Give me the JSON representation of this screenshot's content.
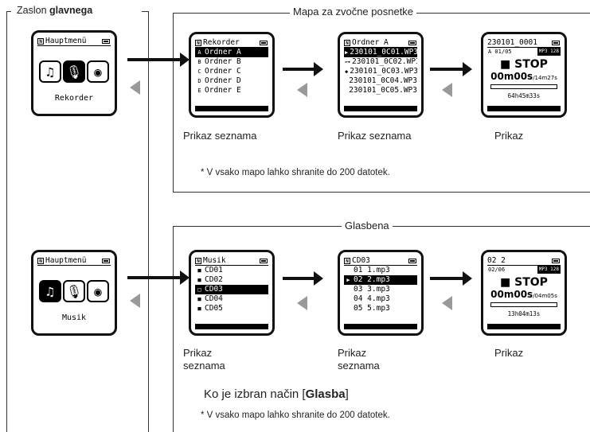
{
  "home": {
    "title_plain": "Zaslon ",
    "title_bold": "glavnega"
  },
  "group1": {
    "title": "Mapa za zvočne posnetke",
    "note": "* V vsako mapo lahko shranite do 200 datotek.",
    "captions": [
      "Prikaz seznama",
      "Prikaz seznama",
      "Prikaz"
    ]
  },
  "group2": {
    "title": "Glasbena",
    "mode_plain": "Ko je izbran način [",
    "mode_bold": "Glasba",
    "mode_end": "]",
    "note": "* V vsako mapo lahko shranite do 200 datotek.",
    "captions": [
      "Prikaz\nseznama",
      "Prikaz\nseznama",
      "Prikaz"
    ]
  },
  "screens": {
    "menu1": {
      "header": "Hauptmenü",
      "label": "Rekorder"
    },
    "menu2": {
      "header": "Hauptmenü",
      "label": "Musik"
    },
    "rec_folders": {
      "header": "Rekorder",
      "items": [
        {
          "mark": "A",
          "text": "Ordner A",
          "selected": true
        },
        {
          "mark": "B",
          "text": "Ordner B",
          "selected": false
        },
        {
          "mark": "C",
          "text": "Ordner C",
          "selected": false
        },
        {
          "mark": "D",
          "text": "Ordner D",
          "selected": false
        },
        {
          "mark": "E",
          "text": "Ordner E",
          "selected": false
        }
      ]
    },
    "rec_files": {
      "header": "Ordner A",
      "items": [
        {
          "mark": "▶",
          "text": "230101_0C01.WP3",
          "selected": true
        },
        {
          "mark": "⊶",
          "text": "230101_0C02.WP3",
          "selected": false
        },
        {
          "mark": "◆",
          "text": "230101_0C03.WP3",
          "selected": false
        },
        {
          "mark": "",
          "text": "230101_0C04.WP3",
          "selected": false
        },
        {
          "mark": "",
          "text": "230101_0C05.WP3",
          "selected": false
        }
      ]
    },
    "rec_play": {
      "header": "230101_0001",
      "sub_left": "A 01/05",
      "sub_right": "MP3 128",
      "status": "■ STOP",
      "time_main": "00m00s",
      "time_total": "/14m27s",
      "remain": "64h45m33s"
    },
    "mus_folders": {
      "header": "Musik",
      "items": [
        {
          "mark": "■",
          "text": "CD01",
          "selected": false
        },
        {
          "mark": "■",
          "text": "CD02",
          "selected": false
        },
        {
          "mark": "□",
          "text": "CD03",
          "selected": true
        },
        {
          "mark": "■",
          "text": "CD04",
          "selected": false
        },
        {
          "mark": "■",
          "text": "CD05",
          "selected": false
        }
      ]
    },
    "mus_files": {
      "header": "CD03",
      "items": [
        {
          "mark": "",
          "text": "01 1.mp3",
          "selected": false
        },
        {
          "mark": "▶",
          "text": "02 2.mp3",
          "selected": true
        },
        {
          "mark": "",
          "text": "03 3.mp3",
          "selected": false
        },
        {
          "mark": "",
          "text": "04 4.mp3",
          "selected": false
        },
        {
          "mark": "",
          "text": "05 5.mp3",
          "selected": false
        }
      ]
    },
    "mus_play": {
      "header": "02 2",
      "sub_left": "02/06",
      "sub_right": "MP3 128",
      "status": "■ STOP",
      "time_main": "00m00s",
      "time_total": "/04m05s",
      "remain": "13h04m13s"
    }
  },
  "icons": [
    "music-note-icon",
    "microphone-icon",
    "podcast-icon",
    "battery-icon",
    "folder-icon"
  ]
}
